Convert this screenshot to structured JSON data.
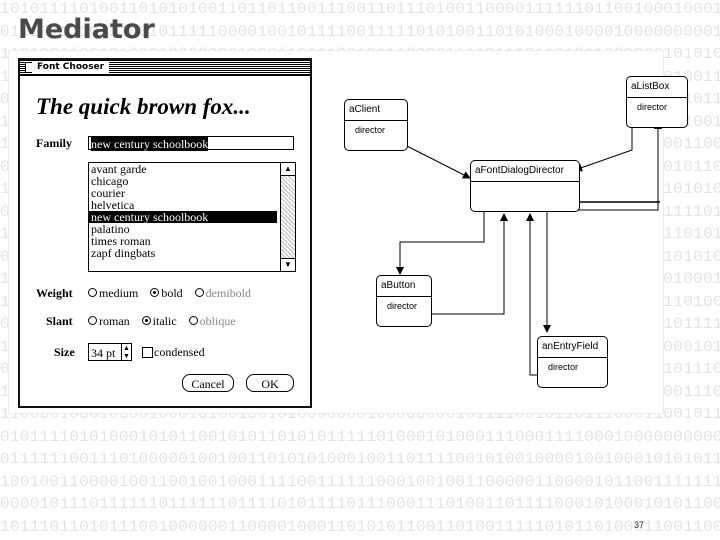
{
  "slide": {
    "title": "Mediator",
    "page_number": "37",
    "binary_background": [
      "101011110100110101010011011011001110011011101001100001111110110010001000100110",
      "0111011110111001011111000010010111100111110101001101010001000010000000001100110",
      "1101001100101000100000001000110111001011100001111011101101011000000101010101100",
      "1110010110110010001100101101100011011010110010011101010111001001110010011001001",
      "0110111001010001101001101000101011010111010111010110001001101000011011011010010",
      "1010011101101011101001001111000011011101001000010100100010111000101111001010011",
      "1101010011100001011001101011100010101111110101100111010011100000110001100111011",
      "0011001001101110001011110111111011100011101000110100110101011101110010110110000",
      "1001000100101110110011101110100010110101001001010011011001100001100101010001101",
      "0110100101101100111101011001100011011111000110000110111010011000100111101001010",
      "1000111011010100110101111001100111011001011000100110110111101001101110101001111",
      "0101100011011100001010011111101111000011100110010100110110100011101101010001011",
      "1110110001010101001110101100111000101110111000101101000111011000110010001011010",
      "1100010001001110101001011010110111011000111011111011000101010100110110100011111",
      "0010000110100010111001011111010100011000111100101111001011011001000101111110101",
      "1110101110101111001110110000100011110111101001110110101101110111010000101010100",
      "0011011010000101110001001110110011100111001001101101011001000110010101110110010",
      "1101000100000101100101101011100011010101111110001101000101000111111001110000011",
      "1100001000100001000101001001010000000100000000101111001011011100011001011111000",
      "0101111010100010101100101011010101111101000101000111000111100010000000000100100",
      "0111111001110100000100100110101010001001101111001010010000100100010101011010010",
      "1001001100001001100100100011110011111100010010011000001100001011001111111110101",
      "0000101110111111011111101111010111101110001110100110111100010100010101100010001",
      "1011101101011100100000011000010001101010110011010011111010110100011001100011010"
    ]
  },
  "font_chooser": {
    "window_title": "Font Chooser",
    "sample_text": "The quick brown fox...",
    "family_label": "Family",
    "family_value": "new century schoolbook",
    "family_list": [
      "avant garde",
      "chicago",
      "courier",
      "helvetica",
      "new century schoolbook",
      "palatino",
      "times roman",
      "zapf dingbats"
    ],
    "selected_family": "new century schoolbook",
    "weight_label": "Weight",
    "weight_options": [
      {
        "label": "medium",
        "checked": false,
        "disabled": false
      },
      {
        "label": "bold",
        "checked": true,
        "disabled": false
      },
      {
        "label": "demibold",
        "checked": false,
        "disabled": true
      }
    ],
    "slant_label": "Slant",
    "slant_options": [
      {
        "label": "roman",
        "checked": false,
        "disabled": false
      },
      {
        "label": "italic",
        "checked": true,
        "disabled": false
      },
      {
        "label": "oblique",
        "checked": false,
        "disabled": true
      }
    ],
    "size_label": "Size",
    "size_value": "34 pt",
    "condensed_label": "condensed",
    "condensed_checked": false,
    "cancel_label": "Cancel",
    "ok_label": "OK"
  },
  "diagram": {
    "client": {
      "name": "aClient",
      "field": "director"
    },
    "list_box": {
      "name": "aListBox",
      "field": "director"
    },
    "director": {
      "name": "aFontDialogDirector"
    },
    "button": {
      "name": "aButton",
      "field": "director"
    },
    "entry_field": {
      "name": "anEntryField",
      "field": "director"
    }
  }
}
